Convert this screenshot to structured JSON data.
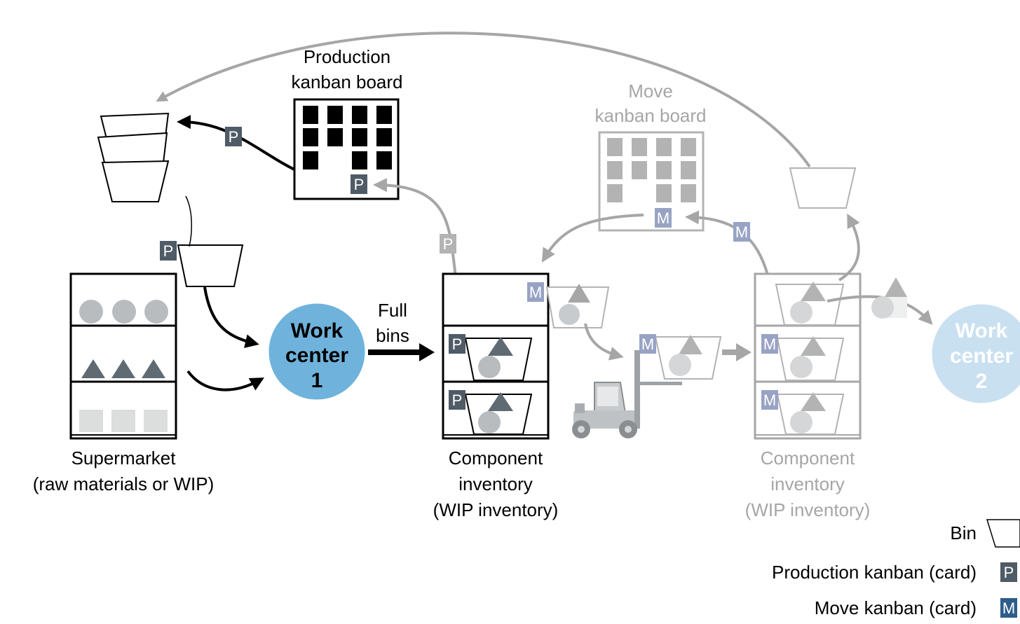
{
  "labels": {
    "production_board": [
      "Production",
      "kanban board"
    ],
    "move_board": [
      "Move",
      "kanban board"
    ],
    "supermarket": [
      "Supermarket",
      "(raw materials or WIP)"
    ],
    "inventory1": [
      "Component",
      "inventory",
      "(WIP inventory)"
    ],
    "inventory2": [
      "Component",
      "inventory",
      "(WIP inventory)"
    ],
    "full_bins": [
      "Full",
      "bins"
    ],
    "wc1": [
      "Work",
      "center",
      "1"
    ],
    "wc2": [
      "Work",
      "center",
      "2"
    ]
  },
  "cards": {
    "production": "P",
    "move": "M"
  },
  "legend": {
    "bin": "Bin",
    "production_card": "Production kanban (card)",
    "move_card": "Move kanban (card)"
  },
  "colors": {
    "dark": "#000000",
    "faded": "#a6a6a6",
    "production_card": "#4f5b66",
    "production_card_faded": "#b3b3b3",
    "move_card_faded": "#98a3c4",
    "move_card_legend": "#2c5d8a",
    "wc1": "#6fb3dc",
    "wc2": "#c9e0f1",
    "shape_gray": "#b8bcbf",
    "shape_dark": "#5f6a72"
  }
}
